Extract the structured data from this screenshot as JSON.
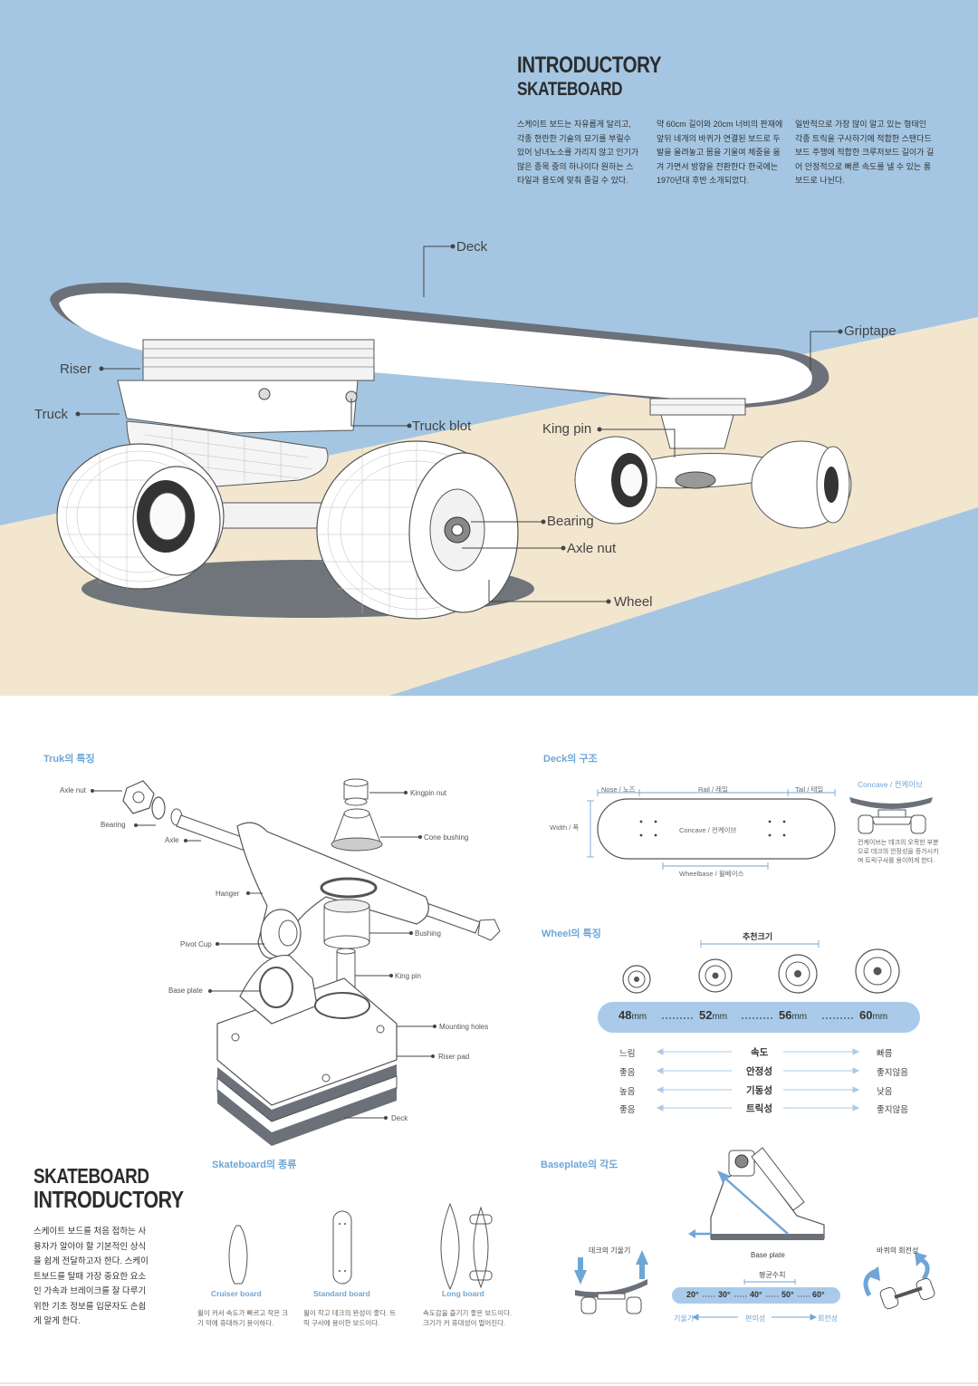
{
  "hero": {
    "title_line1": "INTRODUCTORY",
    "title_line2": "SKATEBOARD",
    "columns": [
      "스케이트 보드는 자유롭게 달리고, 각종 현란한 기술의 묘기를 부릴수 있어 남녀노소를 가리지 않고 인기가 많은 종목 중의 하나이다 원하는 스타일과 용도에 맞춰 즐길 수 있다.",
      "약 60cm 길이와 20cm 너비의 판재에 앞뒤 네개의 바퀴가 연결된 보드로 두 발을 올려놓고 몸을 기울여 체중을 옮겨 가면서 방향을 전환한다 한국에는 1970년대 후반 소개되었다.",
      "일반적으로 가장 많이 알고 있는 형태인 각종 트릭을 구사하기에 적합한 스탠다드 보드 주행에 적합한 크루저보드 길이가 길어 안정적으로 빠른 속도를 낼 수 있는 롱보드로 나뉜다."
    ],
    "labels": {
      "deck": "Deck",
      "griptape": "Griptape",
      "riser": "Riser",
      "truck": "Truck",
      "truck_bolt": "Truck blot",
      "king_pin": "King pin",
      "bearing": "Bearing",
      "axle_nut": "Axle nut",
      "wheel": "Wheel"
    }
  },
  "truck_section": {
    "title": "Truk의 특징",
    "parts": {
      "axle_nut": "Axle nut",
      "bearing": "Bearing",
      "axle": "Axle",
      "hanger": "Hanger",
      "pivot_cup": "Pivot Cup",
      "base_plate": "Base plate",
      "kingpin_nut": "Kingpin nut",
      "cone_bushing": "Cone bushing",
      "bushing": "Bushing",
      "king_pin": "King pin",
      "mounting_holes": "Mounting holes",
      "riser_pad": "Riser pad",
      "deck": "Deck"
    }
  },
  "deck_section": {
    "title": "Deck의 구조",
    "nose": "Nose / 노즈",
    "rail": "Rail / 레일",
    "tail": "Tail / 테일",
    "width": "Width / 폭",
    "concave_center": "Concave / 컨케이브",
    "wheelbase": "Wheelbase / 휠베이스",
    "concave_title": "Concave / 컨케이브",
    "concave_desc": "컨케이브는 데크의 오목한 부분으로 데크의 안정성을 증가시키며 트릭구사를 용이하게 한다."
  },
  "wheel_section": {
    "title": "Wheel의 특징",
    "recommended": "추천크기",
    "sizes": [
      {
        "num": "48",
        "unit": "mm"
      },
      {
        "num": "52",
        "unit": "mm"
      },
      {
        "num": "56",
        "unit": "mm"
      },
      {
        "num": "60",
        "unit": "mm"
      }
    ],
    "rows": [
      {
        "left": "느림",
        "mid": "속도",
        "right": "빠름"
      },
      {
        "left": "좋음",
        "mid": "안정성",
        "right": "좋지않음"
      },
      {
        "left": "높음",
        "mid": "기동성",
        "right": "낮음"
      },
      {
        "left": "좋음",
        "mid": "트릭성",
        "right": "좋지않음"
      }
    ]
  },
  "intro_section": {
    "title_line1": "SKATEBOARD",
    "title_line2": "INTRODUCTORY",
    "text": "스케이트 보드를 처음 접하는 사용자가 알아야 할 기본적인 상식을 쉽게 전달하고자 한다. 스케이트보드를 탈때 가장 중요한 요소인 가속과 브레이크를 잘 다루기위한 기초 정보를 입문자도 손쉽게 알게 한다."
  },
  "types_section": {
    "title": "Skateboard의 종류",
    "types": [
      {
        "name": "Cruiser board",
        "desc": "휠이 커서 속도가 빠르고 작은 크기 덕에 휴대하기 용이하다."
      },
      {
        "name": "Standard board",
        "desc": "휠이 작고 데크의 완성이 좋다. 트릭 구사에 용이한 보드이다."
      },
      {
        "name": "Long board",
        "desc": "속도감을 즐기기 좋은 보드이다. 크기가 커 휴대성이 떨어진다."
      }
    ]
  },
  "baseplate_section": {
    "title": "Baseplate의 각도",
    "deck_tilt": "데크의 기울기",
    "wheel_turn": "바퀴의 회전성",
    "base_plate": "Base plate",
    "average": "평균수치",
    "angles": [
      "20°",
      "30°",
      "40°",
      "50°",
      "60°"
    ],
    "axis_left": "기울기",
    "axis_mid": "편의성",
    "axis_right": "회전성"
  },
  "colors": {
    "sky_blue": "#a4c6e2",
    "sand": "#f2e6cf",
    "accent_blue": "#6ea6d6",
    "pill_blue": "#a9cbe9",
    "dark_gray": "#6b7079"
  }
}
